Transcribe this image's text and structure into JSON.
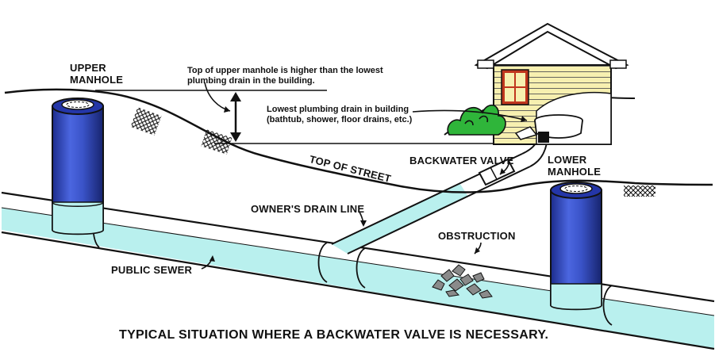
{
  "labels": {
    "upper_manhole": [
      "UPPER",
      "MANHOLE"
    ],
    "lower_manhole": [
      "LOWER",
      "MANHOLE"
    ],
    "top_note": [
      "Top of upper manhole is higher than the lowest",
      "plumbing drain in the building."
    ],
    "lowest_drain": [
      "Lowest plumbing drain in building",
      "(bathtub, shower, floor drains, etc.)"
    ],
    "top_of_street": "TOP OF STREET",
    "backwater_valve": "BACKWATER VALVE",
    "owners_drain_line": "OWNER'S DRAIN LINE",
    "obstruction": "OBSTRUCTION",
    "public_sewer": "PUBLIC SEWER"
  },
  "caption": "TYPICAL SITUATION WHERE A BACKWATER VALVE IS NECESSARY.",
  "colors": {
    "manhole_blue": "#3a53c8",
    "manhole_dark": "#1f2f8a",
    "water": "#b9f0ee",
    "house_wall": "#f7f0b0",
    "window": "#c0361e",
    "roof": "#ffffff",
    "shrub": "#2fb53a",
    "outline": "#111111"
  }
}
